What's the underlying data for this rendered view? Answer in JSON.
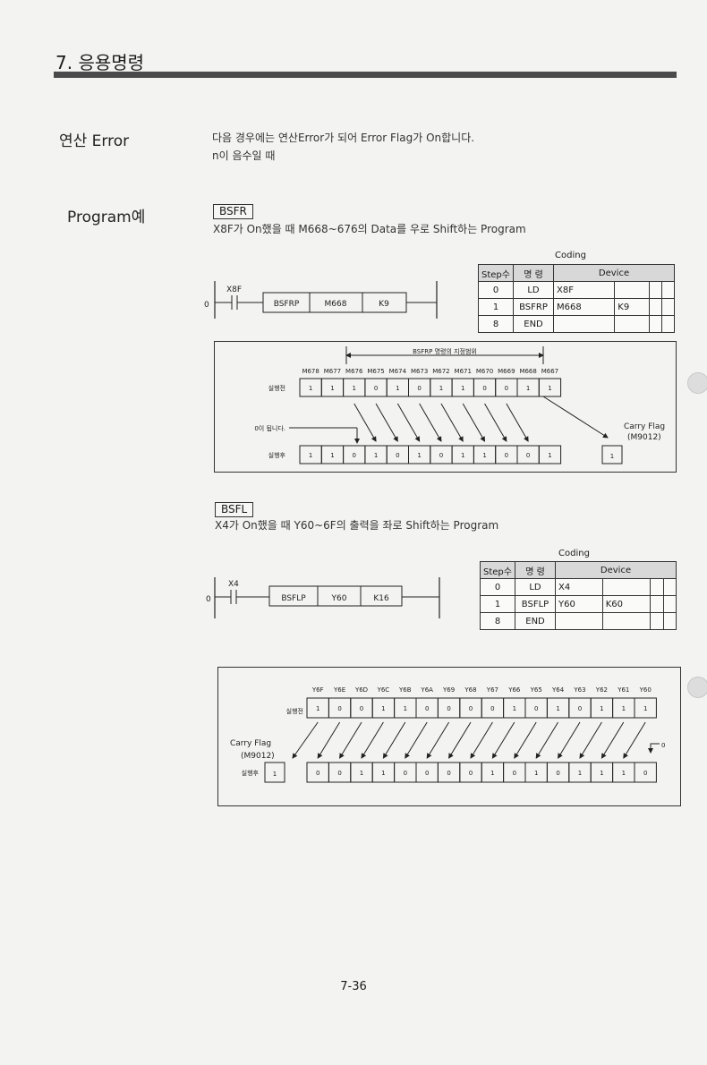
{
  "header": {
    "chapter": "7. 응용명령"
  },
  "error_section": {
    "label": "연산 Error",
    "line1": "다음 경우에는 연산Error가 되어 Error Flag가 On합니다.",
    "line2": "n이 음수일 때"
  },
  "program_section": {
    "label": "Program예"
  },
  "bsfr": {
    "tag": "BSFR",
    "desc": "X8F가 On했을 때 M668~676의 Data를 우로 Shift하는 Program",
    "ladder": {
      "step": "0",
      "contact": "X8F",
      "cmd": "BSFRP",
      "op1": "M668",
      "op2": "K9"
    },
    "coding": {
      "title": "Coding",
      "headers": [
        "Step수",
        "명 령",
        "Device"
      ],
      "rows": [
        [
          "0",
          "LD",
          "X8F",
          ""
        ],
        [
          "1",
          "BSFRP",
          "M668",
          "K9"
        ],
        [
          "8",
          "END",
          "",
          ""
        ]
      ]
    },
    "diagram": {
      "range_label": "BSFRP 명령의 지정범위",
      "bits_header": [
        "M678",
        "M677",
        "M676",
        "M675",
        "M674",
        "M673",
        "M672",
        "M671",
        "M670",
        "M669",
        "M668",
        "M667"
      ],
      "before_label": "실행전",
      "before": [
        "1",
        "1",
        "1",
        "0",
        "1",
        "0",
        "1",
        "1",
        "0",
        "0",
        "1",
        "1"
      ],
      "zero_label": "0이 됩니다.",
      "after_label": "실행후",
      "after": [
        "1",
        "1",
        "0",
        "1",
        "0",
        "1",
        "0",
        "1",
        "1",
        "0",
        "0",
        "1"
      ],
      "carry_label": "Carry Flag",
      "carry_dev": "(M9012)",
      "carry_val": "1"
    }
  },
  "bsfl": {
    "tag": "BSFL",
    "desc": "X4가 On했을 때 Y60~6F의 출력을 좌로 Shift하는 Program",
    "ladder": {
      "step": "0",
      "contact": "X4",
      "cmd": "BSFLP",
      "op1": "Y60",
      "op2": "K16"
    },
    "coding": {
      "title": "Coding",
      "headers": [
        "Step수",
        "명 령",
        "Device"
      ],
      "rows": [
        [
          "0",
          "LD",
          "X4",
          ""
        ],
        [
          "1",
          "BSFLP",
          "Y60",
          "K60"
        ],
        [
          "8",
          "END",
          "",
          ""
        ]
      ]
    },
    "diagram": {
      "bits_header": [
        "Y6F",
        "Y6E",
        "Y6D",
        "Y6C",
        "Y6B",
        "Y6A",
        "Y69",
        "Y68",
        "Y67",
        "Y66",
        "Y65",
        "Y64",
        "Y63",
        "Y62",
        "Y61",
        "Y60"
      ],
      "before_label": "실행전",
      "before": [
        "1",
        "0",
        "0",
        "1",
        "1",
        "0",
        "0",
        "0",
        "0",
        "1",
        "0",
        "1",
        "0",
        "1",
        "1",
        "1"
      ],
      "carry_label": "Carry Flag",
      "carry_dev": "(M9012)",
      "after_label": "실행후",
      "carry_val": "1",
      "after": [
        "0",
        "0",
        "1",
        "1",
        "0",
        "0",
        "0",
        "0",
        "1",
        "0",
        "1",
        "0",
        "1",
        "1",
        "1",
        "0"
      ],
      "fill_in": "0"
    }
  },
  "footer": {
    "page": "7-36"
  }
}
